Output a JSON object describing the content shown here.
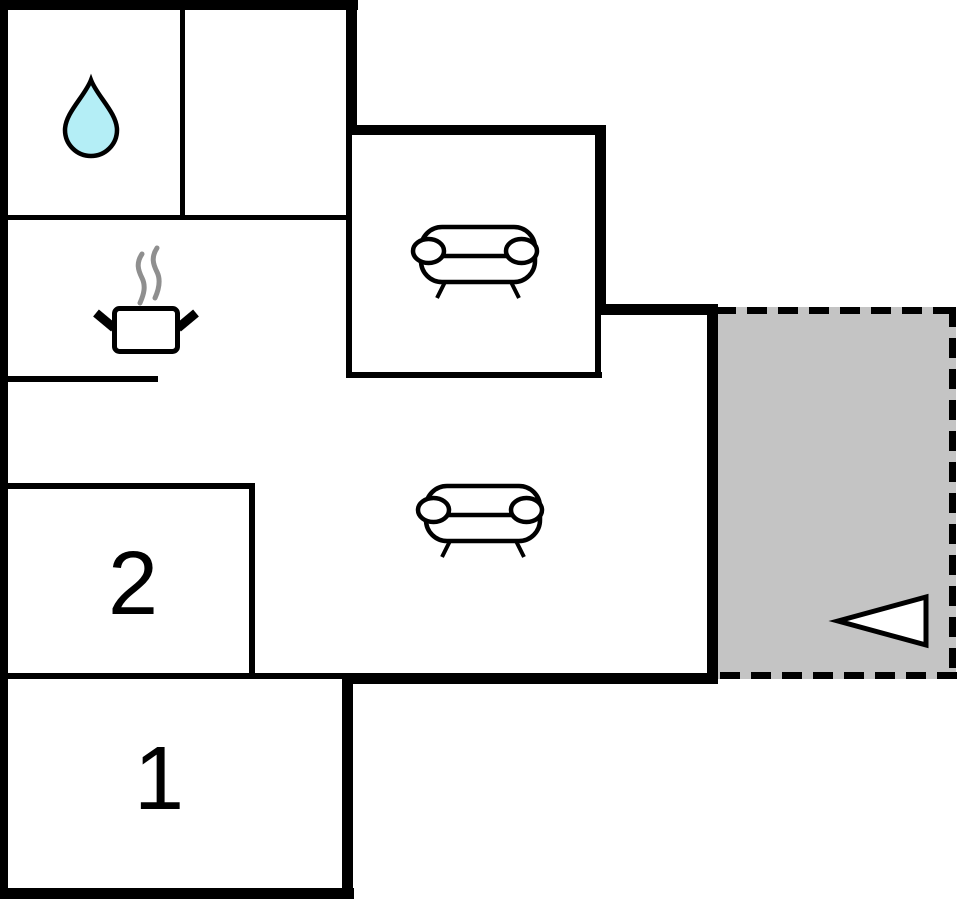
{
  "floorplan": {
    "rooms": [
      {
        "name": "bathroom",
        "icon": "water-drop-icon"
      },
      {
        "name": "top-room",
        "icon": ""
      },
      {
        "name": "kitchen",
        "icon": "cooking-pot-icon"
      },
      {
        "name": "sitting-room",
        "icon": "sofa-icon"
      },
      {
        "name": "living-room",
        "icon": "sofa-icon"
      },
      {
        "name": "bedroom-2",
        "icon": "",
        "label": "2"
      },
      {
        "name": "bedroom-1",
        "icon": "",
        "label": "1"
      },
      {
        "name": "terrace",
        "icon": "entrance-arrow-icon"
      }
    ],
    "colors": {
      "background": "#ffffff",
      "wall": "#000000",
      "water_drop": "#b4eef6",
      "steam": "#8f8f8f",
      "terrace": "#c4c4c4",
      "arrow_fill": "#ffffff"
    }
  }
}
